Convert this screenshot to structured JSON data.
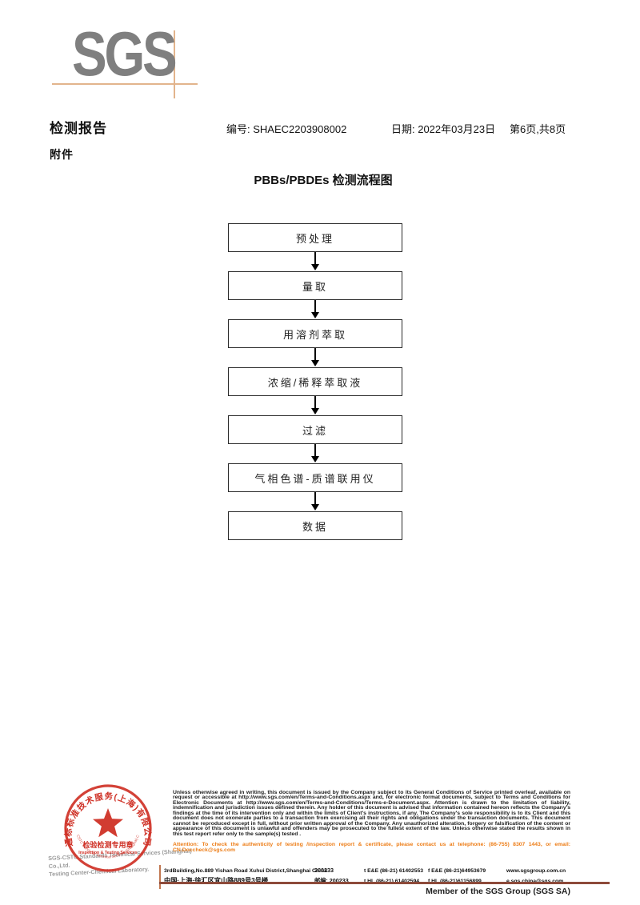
{
  "logo": {
    "text": "SGS"
  },
  "header": {
    "report_title": "检测报告",
    "number": "编号: SHAEC2203908002",
    "date": "日期: 2022年03月23日",
    "page_info": "第6页,共8页",
    "attachment": "附件"
  },
  "flowchart": {
    "title": "PBBs/PBDEs 检测流程图",
    "steps": [
      "预处理",
      "量取",
      "用溶剂萃取",
      "浓缩/稀释萃取液",
      "过滤",
      "气相色谱-质谱联用仪",
      "数据"
    ]
  },
  "stamp": {
    "ring_text_top": "通标标准技术服务(上海)有限公司",
    "ring_text_bottom": "SGS-CSTC Standards Technical Services (Shanghai) Co.,Ltd",
    "center_label": "检验检测专用章",
    "center_sub": "Inspection & Testing Services",
    "company_line1": "SGS-CSTC Standards Technical Services (Shanghai) Co.,Ltd.",
    "company_line2": "Testing Center-Chemical Laboratory."
  },
  "footer": {
    "disclaimer": "Unless otherwise agreed in writing, this document is issued by the Company subject to its General Conditions of Service printed overleaf, available on request or accessible at http://www.sgs.com/en/Terms-and-Conditions.aspx and, for electronic format documents, subject to Terms and Conditions for Electronic Documents at http://www.sgs.com/en/Terms-and-Conditions/Terms-e-Document.aspx. Attention is drawn to the limitation of liability, indemnification and jurisdiction issues defined therein. Any holder of this document is advised that information contained hereon reflects the Company's findings at the time of its intervention only and within the limits of Client's instructions, if any. The Company's sole responsibility is to its Client and this document does not exonerate parties to a transaction from exercising all their rights and obligations under the transaction documents. This document cannot be reproduced except in full, without prior written approval of the Company. Any unauthorized alteration, forgery or falsification of the content or appearance of this document is unlawful and offenders may be prosecuted to the fullest extent of the law. Unless otherwise stated the results shown in this test report refer only to the sample(s) tested .",
    "attention": "Attention: To check the authenticity of testing /inspection report & certificate, please contact us at telephone: (86-755) 8307 1443, or email: CN.Doccheck@sgs.com",
    "address_en": "3rdBuilding,No.889 Yishan Road Xuhui District,Shanghai China",
    "postcode_en": "200233",
    "tel_ee": "t E&E (86-21) 61402553",
    "fax_ee": "f E&E (86-21)64953679",
    "web": "www.sgsgroup.com.cn",
    "address_cn": "中国·上海·徐汇区宜山路889号3号楼",
    "postcode_cn": "邮编: 200233",
    "tel_hl": "t HL (86-21) 61402594",
    "fax_hl": "f HL (86-21)61156899",
    "email": "e  sgs.china@sgs.com",
    "member": "Member of the SGS Group (SGS SA)"
  },
  "colors": {
    "stamp_red": "#cf3126",
    "logo_gray": "#7f7f7f",
    "crosshair_tan": "#e2b48c",
    "attention_orange": "#ed7d17",
    "footer_rule_brown": "#8d4a3a"
  }
}
